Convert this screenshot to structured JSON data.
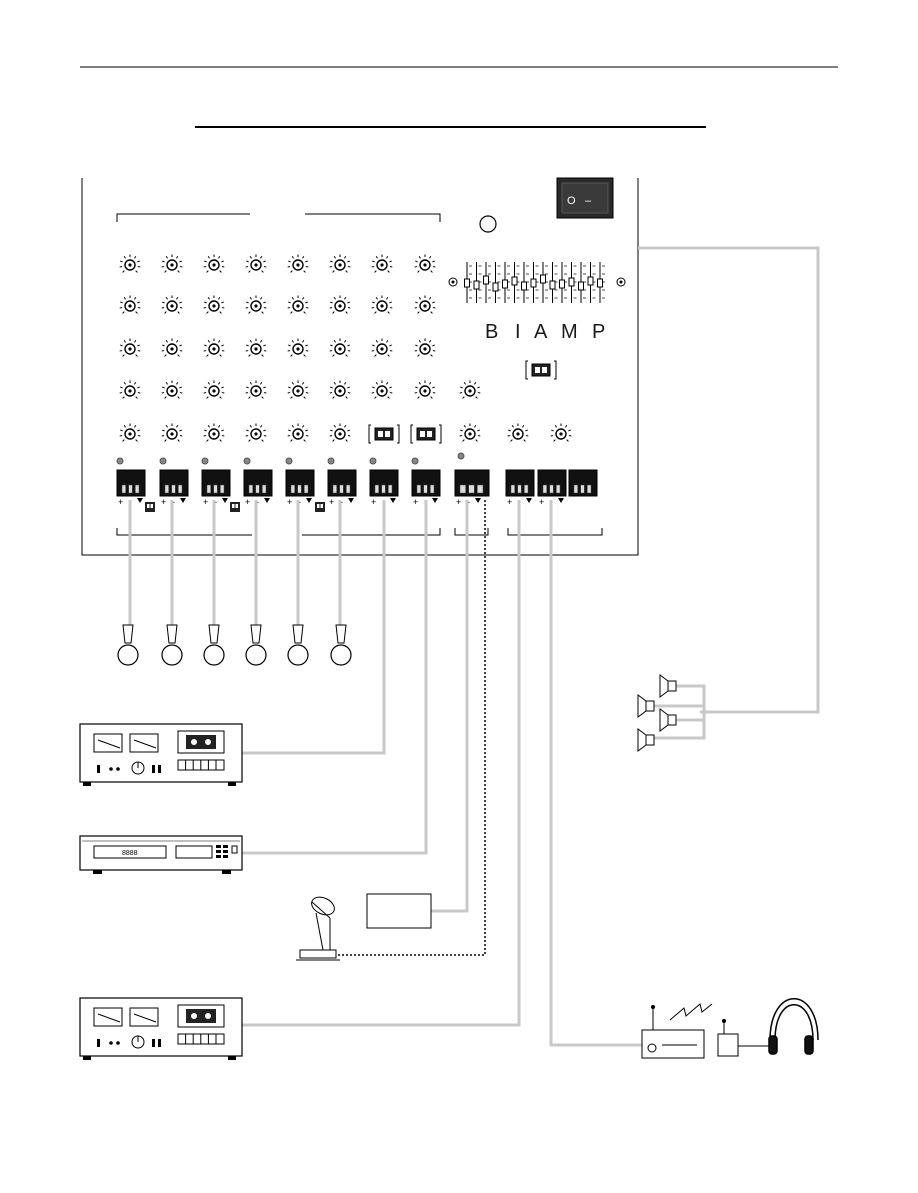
{
  "brand": {
    "letters": [
      "B",
      "I",
      "A",
      "M",
      "P"
    ]
  },
  "power_switch": {
    "off_symbol": "O",
    "on_symbol": "–"
  },
  "terminals": {
    "polarity_plus": "+",
    "polarity_minus": "-"
  },
  "sources": {
    "cd_player": {
      "display_text": "8888"
    }
  },
  "colors": {
    "line": "#000000",
    "cable": "#c8c8c8",
    "panel_switch": "#2a2a2a",
    "led": "#888888"
  },
  "icons": {
    "microphone": "microphone-icon",
    "cassette_deck": "cassette-deck-icon",
    "cd_player": "cd-player-icon",
    "paging_microphone": "paging-microphone-icon",
    "speaker": "loudspeaker-icon",
    "transmitter": "radio-transmitter-icon",
    "receiver": "radio-receiver-icon",
    "headphones": "headphones-icon"
  }
}
